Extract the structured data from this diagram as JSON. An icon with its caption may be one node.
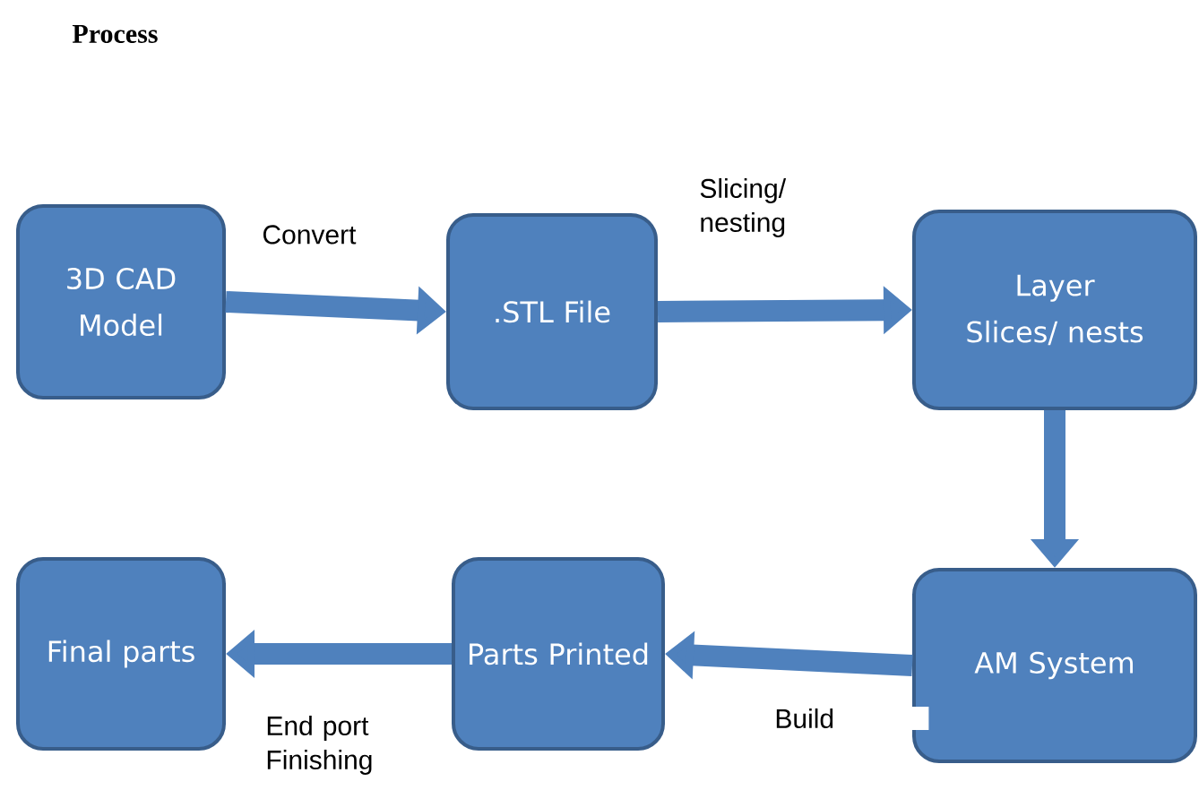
{
  "diagram": {
    "title": "Process",
    "nodes": [
      {
        "text": [
          "3D CAD Model"
        ]
      },
      {
        "text": [
          ".STL File"
        ]
      },
      {
        "text": [
          "Layer Slices/ nests"
        ]
      },
      {
        "text": [
          "AM System"
        ]
      },
      {
        "text": [
          "Parts Printed"
        ]
      },
      {
        "text": [
          "Final parts"
        ]
      }
    ],
    "edges": [
      {
        "from": 0,
        "to": 1,
        "arrow": "to",
        "label": "Convert"
      },
      {
        "from": 1,
        "to": 2,
        "arrow": "to",
        "label": "Slicing/ nesting"
      },
      {
        "from": 2,
        "to": 3,
        "arrow": "to"
      },
      {
        "from": 3,
        "to": 4,
        "arrow": "to",
        "label": "Build"
      },
      {
        "from": 4,
        "to": 5,
        "arrow": "to",
        "label": "End port Finishing"
      }
    ]
  }
}
